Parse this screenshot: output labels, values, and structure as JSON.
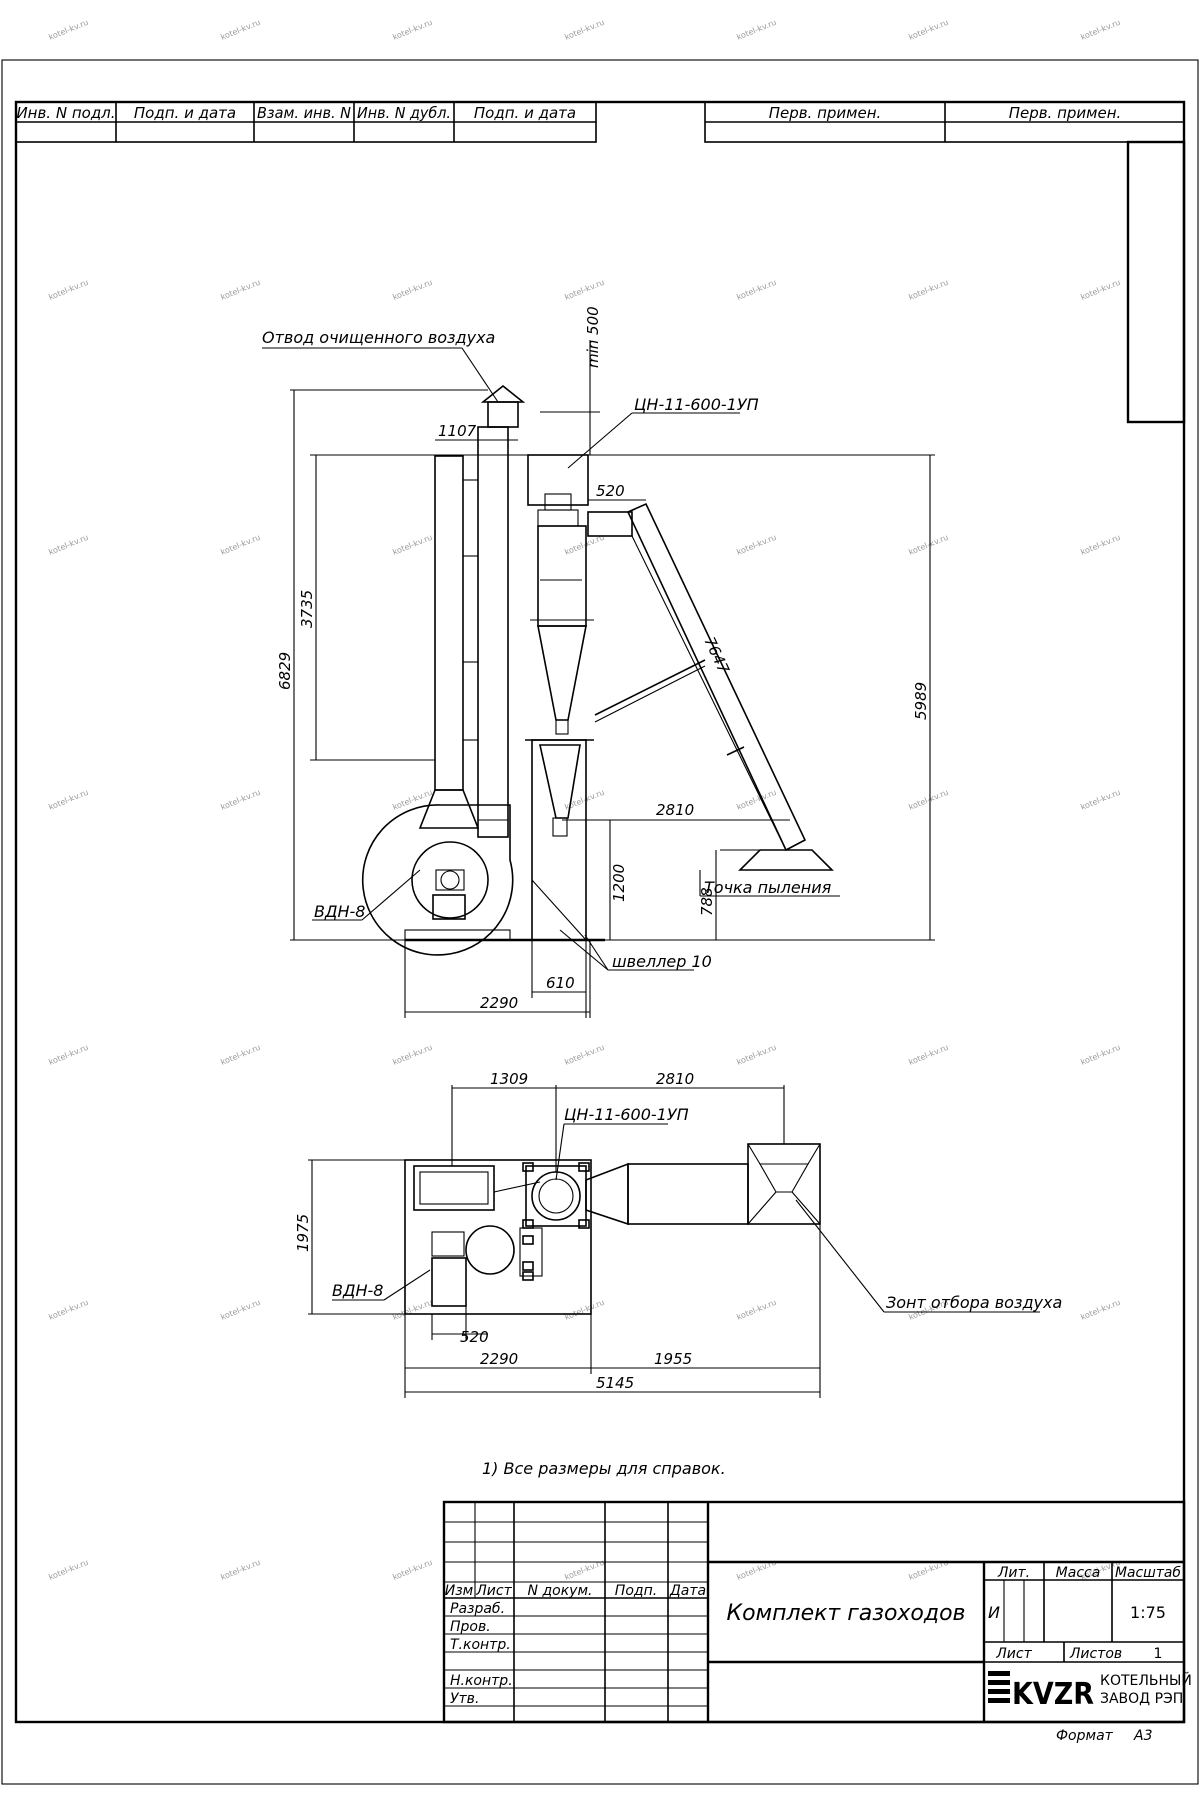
{
  "header": {
    "cells": [
      "Инв. N подл.",
      "Подп. и дата",
      "Взам. инв. N",
      "Инв. N дубл.",
      "Подп. и дата"
    ],
    "first_use": [
      "Перв. примен.",
      "Перв. примен."
    ]
  },
  "side_view": {
    "callouts": {
      "clean_air_outlet": "Отвод очищенного воздуха",
      "cyclone": "ЦН-11-600-1УП",
      "fan": "ВДН-8",
      "channel": "швеллер 10",
      "dust_point": "Точка пыления"
    },
    "dimensions": {
      "min500": "min 500",
      "d1107": "1107",
      "d520": "520",
      "d3735": "3735",
      "d6829": "6829",
      "d7647": "7647",
      "d5989": "5989",
      "d2810": "2810",
      "d1200": "1200",
      "d788": "788",
      "d610": "610",
      "d2290": "2290"
    }
  },
  "plan_view": {
    "callouts": {
      "cyclone": "ЦН-11-600-1УП",
      "fan": "ВДН-8",
      "hood": "Зонт отбора воздуха"
    },
    "dimensions": {
      "d1309": "1309",
      "d2810": "2810",
      "d1975": "1975",
      "d520": "520",
      "d2290": "2290",
      "d1955": "1955",
      "d5145": "5145"
    }
  },
  "notes": [
    "1) Все размеры для справок."
  ],
  "title_block": {
    "col_heads": {
      "izm": "Изм",
      "list": "Лист",
      "doc": "N докум.",
      "sign": "Подп.",
      "date": "Дата"
    },
    "roles": [
      "Разраб.",
      "Пров.",
      "Т.контр.",
      "",
      "Н.контр.",
      "Утв."
    ],
    "title": "Комплект газоходов",
    "lit_head": "Лит.",
    "mass_head": "Масса",
    "scale_head": "Масштаб",
    "lit_value": "И",
    "scale_value": "1:75",
    "sheet_head": "Лист",
    "sheets_head": "Листов",
    "sheets_value": "1",
    "logo": "KVZR",
    "company_line1": "КОТЕЛЬНЫЙ",
    "company_line2": "ЗАВОД РЭП",
    "format_label": "Формат",
    "format_value": "А3"
  },
  "watermark": "kotel-kv.ru"
}
